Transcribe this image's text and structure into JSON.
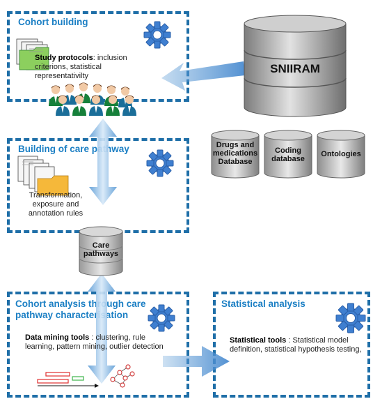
{
  "cohort_building": {
    "title": "Cohort building",
    "protocols_bold": "Study protocols",
    "protocols_rest": ": inclusion criterions, statistical representativilty"
  },
  "care_pathway_building": {
    "title": "Building of care pathway",
    "rules": "Transformation, exposure and annotation rules"
  },
  "cohort_analysis": {
    "title": "Cohort analysis through care pathway characterisation",
    "tools_bold": "Data mining tools",
    "tools_rest": " : clustering, rule learning, pattern mining, outlier detection"
  },
  "statistical_analysis": {
    "title": "Statistical analysis",
    "tools_bold": "Statistical tools",
    "tools_rest": " : Statistical model definition, statistical hypothesis testing,"
  },
  "databases": {
    "main": "SNIIRAM",
    "drugs": "Drugs and medications Database",
    "coding": "Coding database",
    "ontologies": "Ontologies",
    "care_pathways": "Care pathways"
  },
  "colors": {
    "border": "#1f6fa8",
    "title": "#1b7fc4",
    "gear": "#3f7fd0",
    "arrow": "#5b9bd5"
  },
  "icons": [
    "gear-icon",
    "document-stack-icon",
    "people-group-icon",
    "database-cylinder-icon",
    "block-arrow-icon",
    "graph-network-icon",
    "bar-timeline-icon"
  ]
}
